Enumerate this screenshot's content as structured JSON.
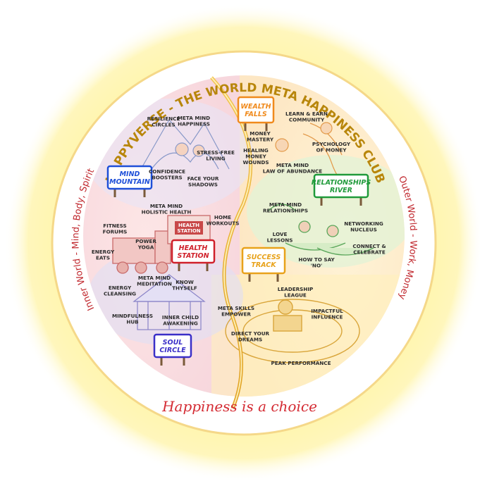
{
  "title": "HAPPYVERSE - THE WORLD META HAPPINESS CLUB",
  "left_side": "Inner World - Mind, Body, Spirit",
  "right_side": "Outer World - Work, Money",
  "tagline": "Happiness is a choice",
  "colors": {
    "gold": "#b8860b",
    "red_text": "#c0272d",
    "mind_mountain": "#1e4fd8",
    "health_station": "#d0202a",
    "soul_circle": "#3a2fc8",
    "wealth_falls": "#f08a1c",
    "relationships_river": "#1f9a3a",
    "success_track": "#e8a21a"
  },
  "zones": {
    "mind_mountain": {
      "sign": [
        "MIND",
        "MOUNTAIN"
      ],
      "items": [
        [
          "RESILIENCE",
          "CIRCLES"
        ],
        [
          "META MIND",
          "HAPPINESS"
        ],
        [
          "STRESS-FREE",
          "LIVING"
        ],
        [
          "CONFIDENCE",
          "BOOSTERS"
        ],
        [
          "FACE YOUR",
          "SHADOWS"
        ]
      ]
    },
    "health_station": {
      "sign": [
        "HEALTH",
        "STATION"
      ],
      "station_board": [
        "HEALTH",
        "STATION"
      ],
      "items": [
        [
          "META MIND",
          "HOLISTIC HEALTH"
        ],
        [
          "HOME",
          "WORKOUTS"
        ],
        [
          "FITNESS",
          "FORUMS"
        ],
        [
          "POWER",
          "YOGA"
        ],
        [
          "ENERGY",
          "EATS"
        ]
      ]
    },
    "soul_circle": {
      "sign": [
        "SOUL",
        "CIRCLE"
      ],
      "items": [
        [
          "META MIND",
          "MEDITATION"
        ],
        [
          "KNOW",
          "THYSELF"
        ],
        [
          "ENERGY",
          "CLEANSING"
        ],
        [
          "MINDFULNESS",
          "HUB"
        ],
        [
          "INNER CHILD",
          "AWAKENING"
        ]
      ]
    },
    "wealth_falls": {
      "sign": [
        "WEALTH",
        "FALLS"
      ],
      "items": [
        [
          "LEARN & EARN",
          "COMMUNITY"
        ],
        [
          "MONEY",
          "MASTERY"
        ],
        [
          "PSYCHOLOGY",
          "OF MONEY"
        ],
        [
          "HEALING",
          "MONEY",
          "WOUNDS"
        ],
        [
          "META MIND",
          "LAW OF ABUNDANCE"
        ]
      ]
    },
    "relationships_river": {
      "sign": [
        "RELATIONSHIPS",
        "RIVER"
      ],
      "items": [
        [
          "META MIND",
          "RELATIONSHIPS"
        ],
        [
          "LOVE",
          "LESSONS"
        ],
        [
          "NETWORKING",
          "NUCLEUS"
        ],
        [
          "CONNECT &",
          "CELEBRATE"
        ],
        [
          "HOW TO SAY",
          "'NO'"
        ]
      ]
    },
    "success_track": {
      "sign": [
        "SUCCESS",
        "TRACK"
      ],
      "items": [
        [
          "LEADERSHIP",
          "LEAGUE"
        ],
        [
          "META SKILLS",
          "EMPOWER"
        ],
        [
          "IMPACTFUL",
          "INFLUENCE"
        ],
        [
          "DIRECT YOUR",
          "DREAMS"
        ],
        [
          "PEAK PERFORMANCE"
        ]
      ]
    }
  }
}
